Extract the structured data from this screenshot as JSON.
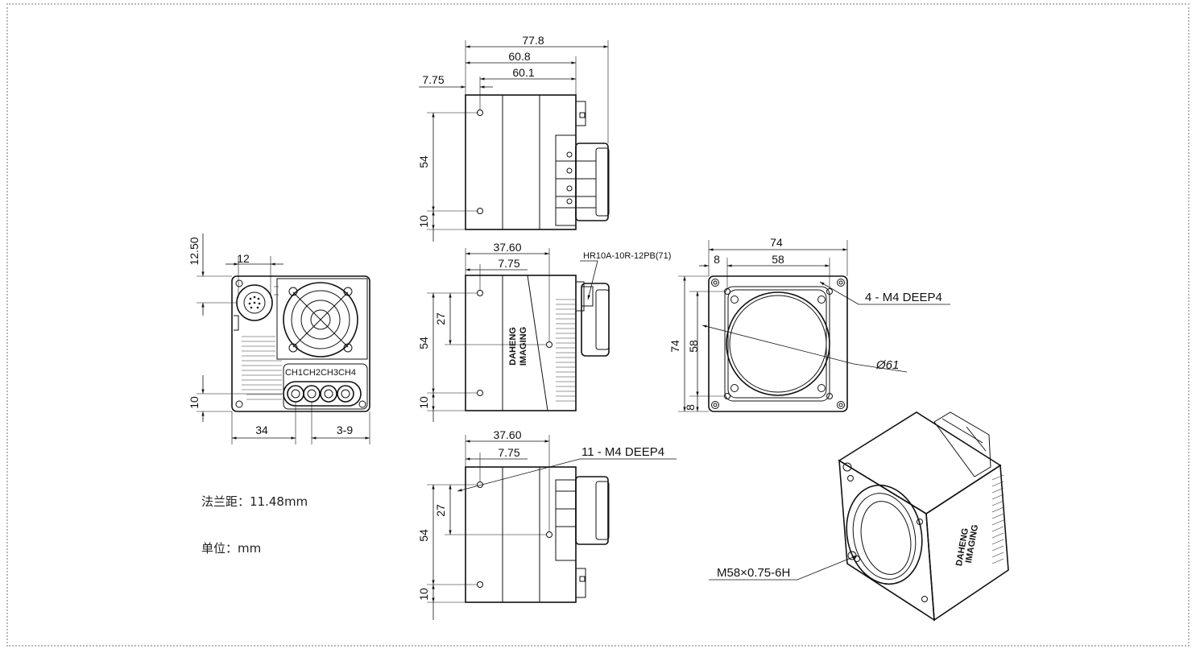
{
  "drawing": {
    "side_top": {
      "total": "77.8",
      "body": "60.8",
      "inner": "60.1",
      "offset": "7.75",
      "height": "54",
      "bottom": "10"
    },
    "side_mid": {
      "width": "37.60",
      "offset": "7.75",
      "upper": "27",
      "height": "54",
      "bottom": "10",
      "connector": "HR10A-10R-12PB(71)"
    },
    "side_bot": {
      "width": "37.60",
      "offset": "7.75",
      "upper": "27",
      "height": "54",
      "bottom": "10",
      "holes": "11 - M4 DEEP4"
    },
    "back": {
      "top": "12.50",
      "conn": "12",
      "bottom": "10",
      "left": "34",
      "right": "3-9",
      "channels": [
        "CH1",
        "CH2",
        "CH3",
        "CH4"
      ]
    },
    "front": {
      "outer_w": "74",
      "offset": "8",
      "inner_w": "58",
      "outer_h": "74",
      "inner_h": "58",
      "offset_v": "8",
      "holes": "4 - M4 DEEP4",
      "diameter": "Ø61"
    },
    "iso": {
      "thread": "M58×0.75-6H",
      "brand_line1": "DAHENG",
      "brand_line2": "IMAGING"
    }
  },
  "notes": {
    "flange": "法兰距：11.48mm",
    "unit": "单位：mm"
  }
}
